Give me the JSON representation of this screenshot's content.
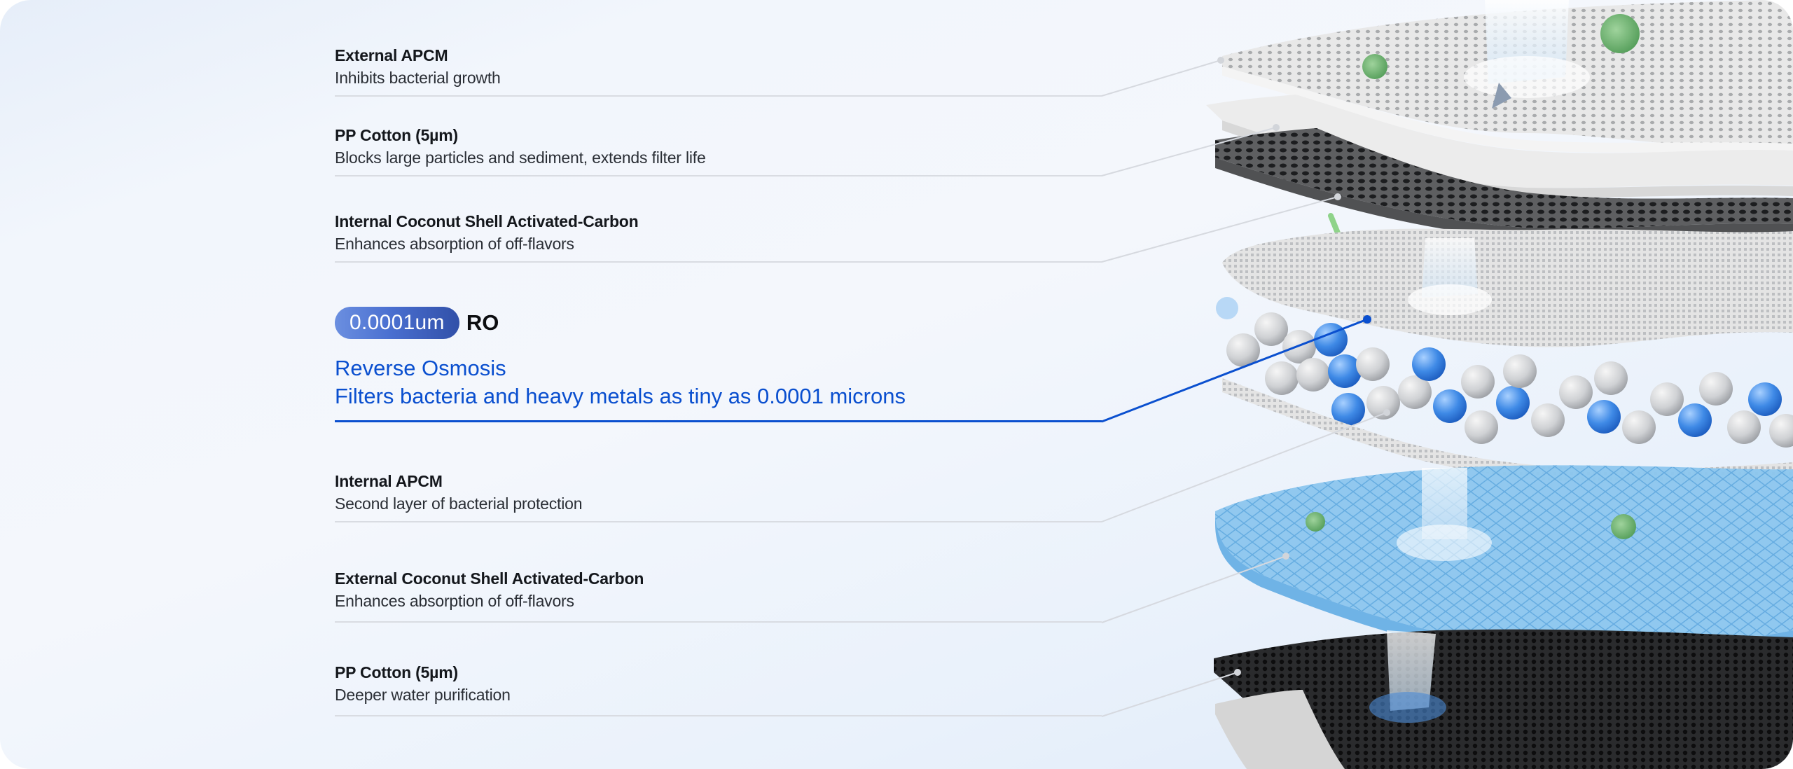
{
  "layers": [
    {
      "title": "External APCM",
      "description": "Inhibits bacterial growth"
    },
    {
      "title": "PP Cotton (5µm)",
      "description": "Blocks large particles and sediment, extends filter life"
    },
    {
      "title": "Internal Coconut Shell Activated-Carbon",
      "description": "Enhances absorption of off-flavors"
    },
    {
      "title": "Internal APCM",
      "description": "Second layer of bacterial protection"
    },
    {
      "title": "External Coconut Shell Activated-Carbon",
      "description": "Enhances absorption of off-flavors"
    },
    {
      "title": "PP Cotton (5µm)",
      "description": "Deeper water purification"
    }
  ],
  "highlight": {
    "badge": "0.0001um",
    "tag": "RO",
    "title": "Reverse Osmosis",
    "description": "Filters bacteria and heavy metals as tiny as 0.0001 microns"
  },
  "colors": {
    "accent": "#0a4fcf",
    "badge_gradient_start": "#6b8fe0",
    "badge_gradient_end": "#3150a8",
    "connector": "#d6d9df",
    "background": "#f2f6fc"
  },
  "illustration": {
    "label": "exploded-filter-layers",
    "layers_depicted": [
      "perforated white sheet",
      "white cotton sheet",
      "dark carbon mesh",
      "white textured sheet",
      "grey and blue spheres",
      "white perforated sheet",
      "blue translucent grid",
      "black honeycomb mesh",
      "grey cotton sheet"
    ]
  }
}
